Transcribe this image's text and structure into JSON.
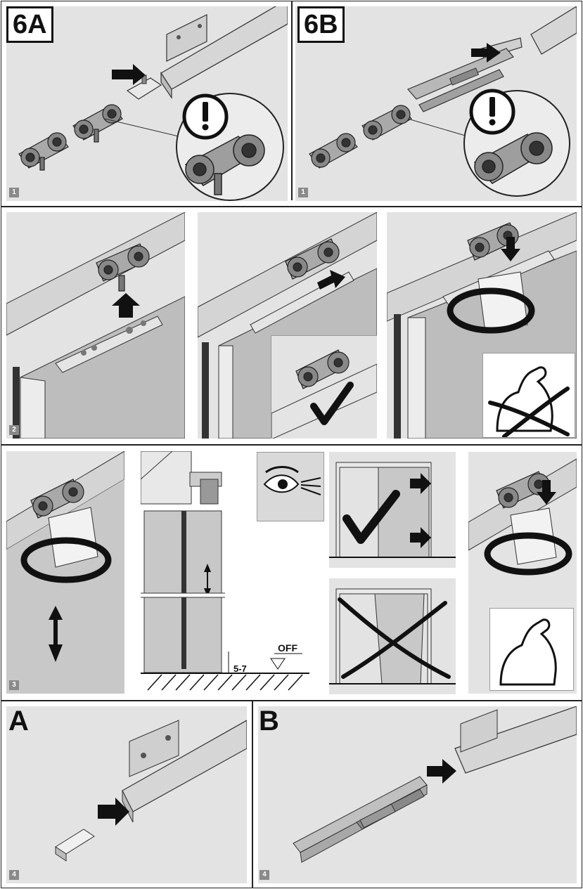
{
  "row1": {
    "left": {
      "label": "6A",
      "step": "1"
    },
    "right": {
      "label": "6B",
      "step": "1"
    }
  },
  "row2": {
    "step": "2"
  },
  "row3": {
    "step": "3",
    "gap_label": "5-7",
    "floor_label": "OFF"
  },
  "row4": {
    "left": {
      "label": "A",
      "step": "4"
    },
    "right": {
      "label": "B",
      "step": "4"
    }
  },
  "colors": {
    "panel_bg": "#e3e3e3",
    "line": "#222222",
    "step_badge": "#8a8a8a"
  },
  "icons": [
    "warning-exclamation-icon",
    "check-mark-icon",
    "cross-mark-icon",
    "flexed-arm-icon",
    "eye-icon",
    "insert-arrow-icon",
    "up-down-arrow-icon",
    "rotate-arrow-icon"
  ]
}
